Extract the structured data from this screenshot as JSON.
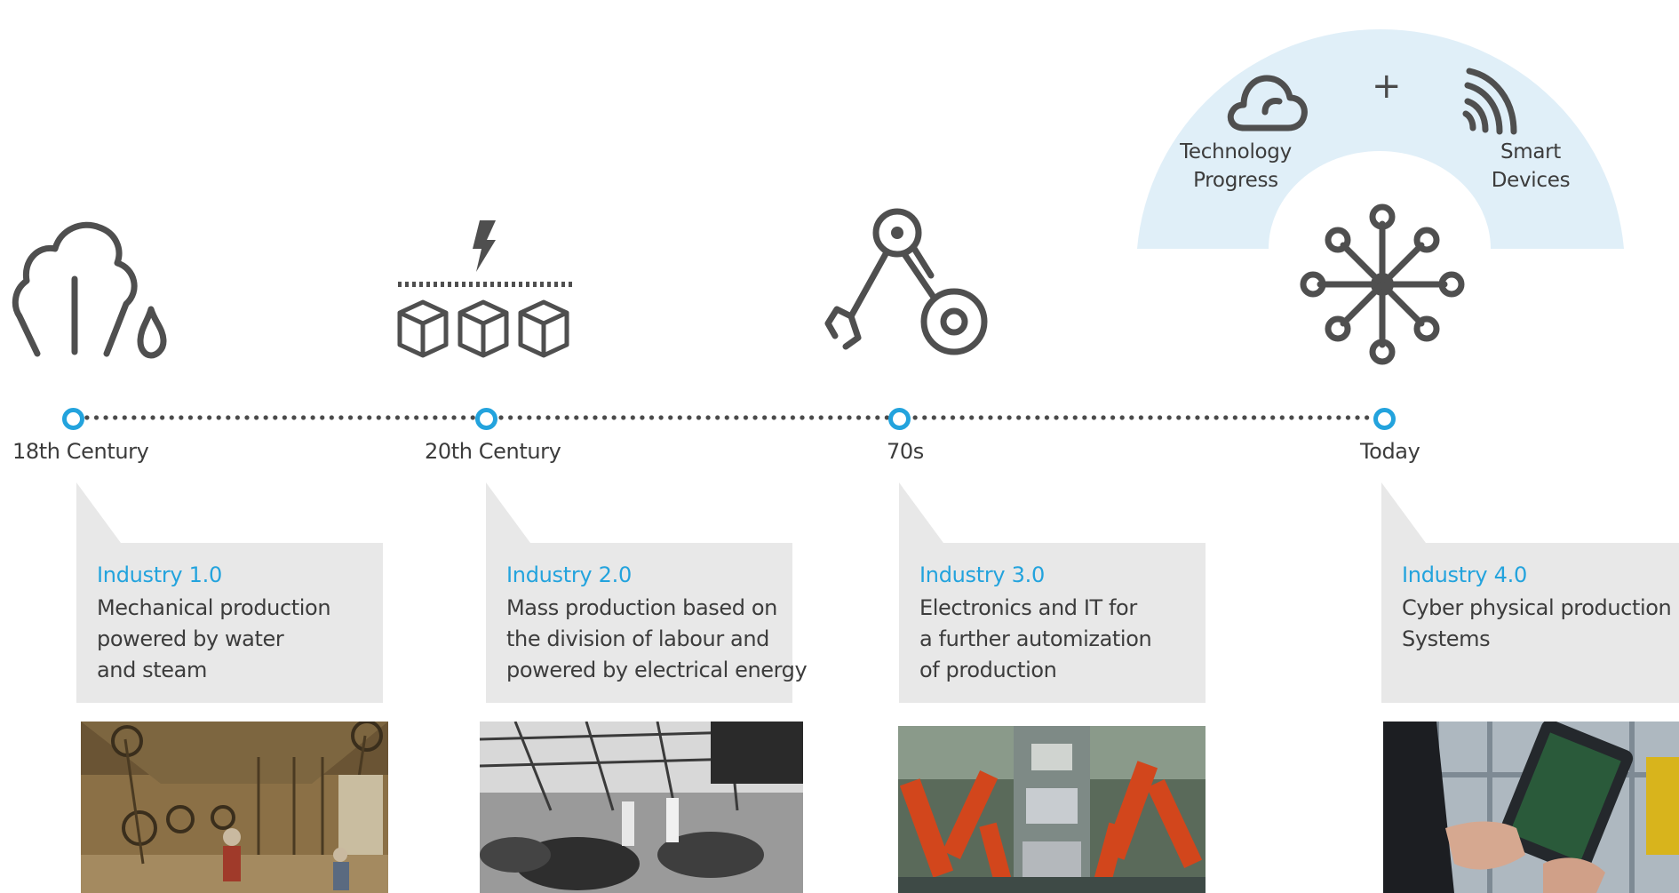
{
  "arc": {
    "left_label_line1": "Technology",
    "left_label_line2": "Progress",
    "plus": "+",
    "right_label_line1": "Smart",
    "right_label_line2": "Devices",
    "color": "#e0eff8"
  },
  "eras": [
    {
      "era": "18th Century",
      "title": "Industry 1.0",
      "desc": [
        "Mechanical production",
        "powered by water",
        "and steam"
      ],
      "icon": "steam-cloud-drop-icon",
      "photo": "textile-mill-photo"
    },
    {
      "era": "20th Century",
      "title": "Industry 2.0",
      "desc": [
        "Mass production based on",
        "the division of labour and",
        "powered by electrical energy"
      ],
      "icon": "electricity-boxes-icon",
      "photo": "assembly-line-photo"
    },
    {
      "era": "70s",
      "title": "Industry 3.0",
      "desc": [
        "Electronics and IT for",
        "a further automization",
        "of production"
      ],
      "icon": "robot-arm-icon",
      "photo": "robot-factory-photo"
    },
    {
      "era": "Today",
      "title": "Industry 4.0",
      "desc": [
        "Cyber physical production",
        "Systems"
      ],
      "icon": "network-hub-icon",
      "photo": "tablet-factory-photo"
    }
  ],
  "colors": {
    "accent": "#23a3dd",
    "callout_bg": "#e8e8e8",
    "text": "#3c3c3c",
    "icon": "#4f4f4f"
  }
}
